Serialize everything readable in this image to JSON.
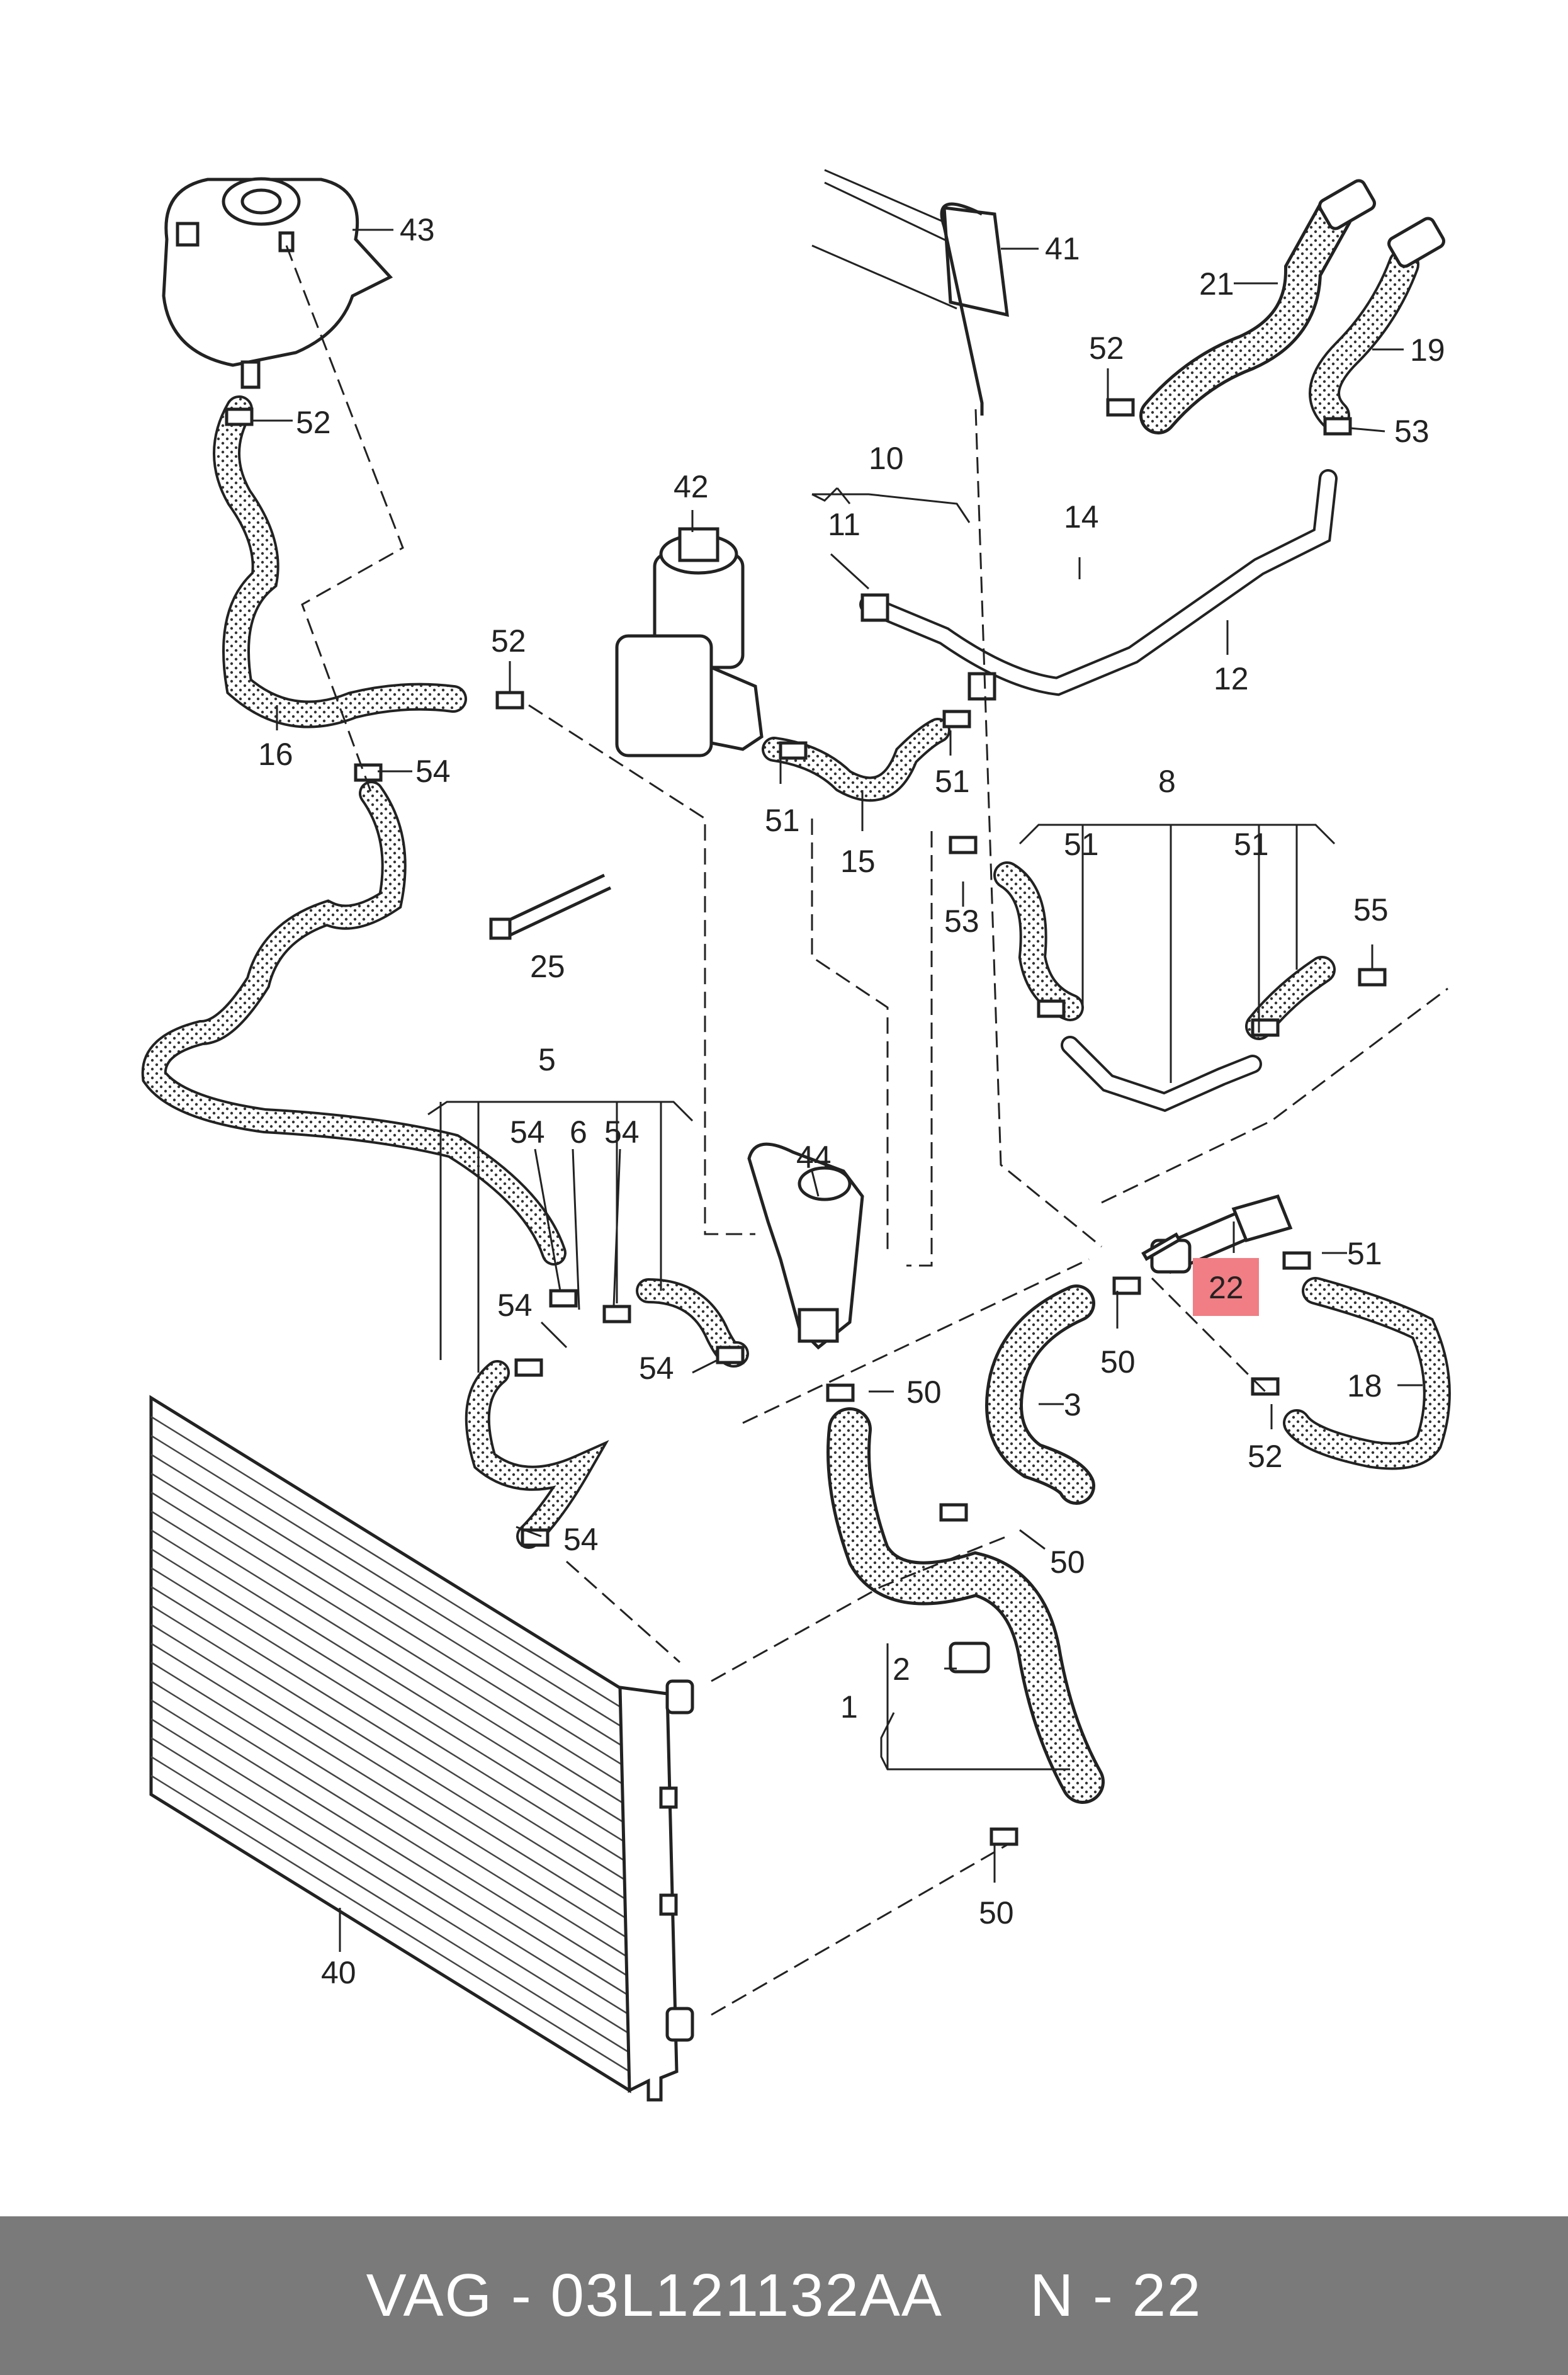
{
  "diagram": {
    "highlight_color": "#f07e84",
    "callouts": [
      {
        "id": "43",
        "text": "43"
      },
      {
        "id": "52a",
        "text": "52"
      },
      {
        "id": "16",
        "text": "16"
      },
      {
        "id": "52b",
        "text": "52"
      },
      {
        "id": "54a",
        "text": "54"
      },
      {
        "id": "25",
        "text": "25"
      },
      {
        "id": "42",
        "text": "42"
      },
      {
        "id": "10",
        "text": "10"
      },
      {
        "id": "11",
        "text": "11"
      },
      {
        "id": "51a",
        "text": "51"
      },
      {
        "id": "15",
        "text": "15"
      },
      {
        "id": "51b",
        "text": "51"
      },
      {
        "id": "41",
        "text": "41"
      },
      {
        "id": "21",
        "text": "21"
      },
      {
        "id": "52c",
        "text": "52"
      },
      {
        "id": "19",
        "text": "19"
      },
      {
        "id": "53a",
        "text": "53"
      },
      {
        "id": "14",
        "text": "14"
      },
      {
        "id": "12",
        "text": "12"
      },
      {
        "id": "8",
        "text": "8"
      },
      {
        "id": "51c",
        "text": "51"
      },
      {
        "id": "51d",
        "text": "51"
      },
      {
        "id": "53b",
        "text": "53"
      },
      {
        "id": "55",
        "text": "55"
      },
      {
        "id": "5",
        "text": "5"
      },
      {
        "id": "54b",
        "text": "54"
      },
      {
        "id": "6",
        "text": "6"
      },
      {
        "id": "54c",
        "text": "54"
      },
      {
        "id": "54d",
        "text": "54"
      },
      {
        "id": "54e",
        "text": "54"
      },
      {
        "id": "54f",
        "text": "54"
      },
      {
        "id": "44",
        "text": "44"
      },
      {
        "id": "50a",
        "text": "50"
      },
      {
        "id": "3",
        "text": "3"
      },
      {
        "id": "50b",
        "text": "50"
      },
      {
        "id": "51e",
        "text": "51"
      },
      {
        "id": "22",
        "text": "22"
      },
      {
        "id": "18",
        "text": "18"
      },
      {
        "id": "52d",
        "text": "52"
      },
      {
        "id": "50c",
        "text": "50"
      },
      {
        "id": "2",
        "text": "2"
      },
      {
        "id": "1",
        "text": "1"
      },
      {
        "id": "50d",
        "text": "50"
      },
      {
        "id": "40",
        "text": "40"
      }
    ]
  },
  "footer": {
    "brand": "VAG",
    "part_number": "03L121132AA",
    "position": "N - 22"
  }
}
